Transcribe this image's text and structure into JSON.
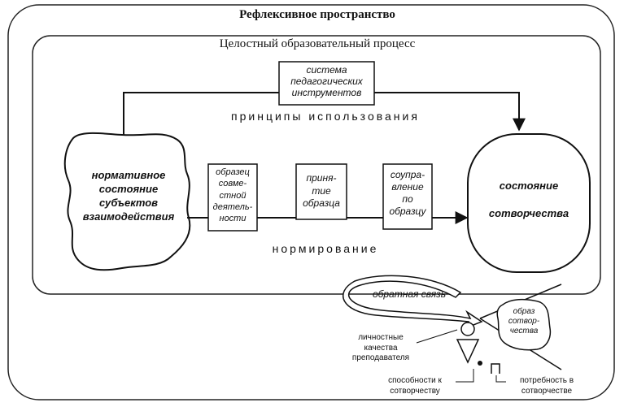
{
  "outer_title": "Рефлексивное пространство",
  "inner_title": "Целостный образовательный процесс",
  "top_box": [
    "система",
    "педагогических",
    "инструментов"
  ],
  "principles_label": "принципы использования",
  "normative_state": [
    "нормативное",
    "состояние",
    "субъектов",
    "взаимодействия"
  ],
  "step1": [
    "образец",
    "совме-",
    "стной",
    "деятель-",
    "ности"
  ],
  "step2": [
    "приня-",
    "тие",
    "образца"
  ],
  "step3": [
    "соупра-",
    "вление",
    "по",
    "образцу"
  ],
  "co_creation": [
    "состояние",
    "сотворчества"
  ],
  "normalization_label": "нормирование",
  "feedback_label": "обратная связь",
  "image_cloud": [
    "образ",
    "сотвор-",
    "чества"
  ],
  "personal_qualities": [
    "личностные",
    "качества",
    "преподавателя"
  ],
  "abilities": [
    "способности к",
    "сотворчеству"
  ],
  "need": [
    "потребность в",
    "сотворчестве"
  ]
}
